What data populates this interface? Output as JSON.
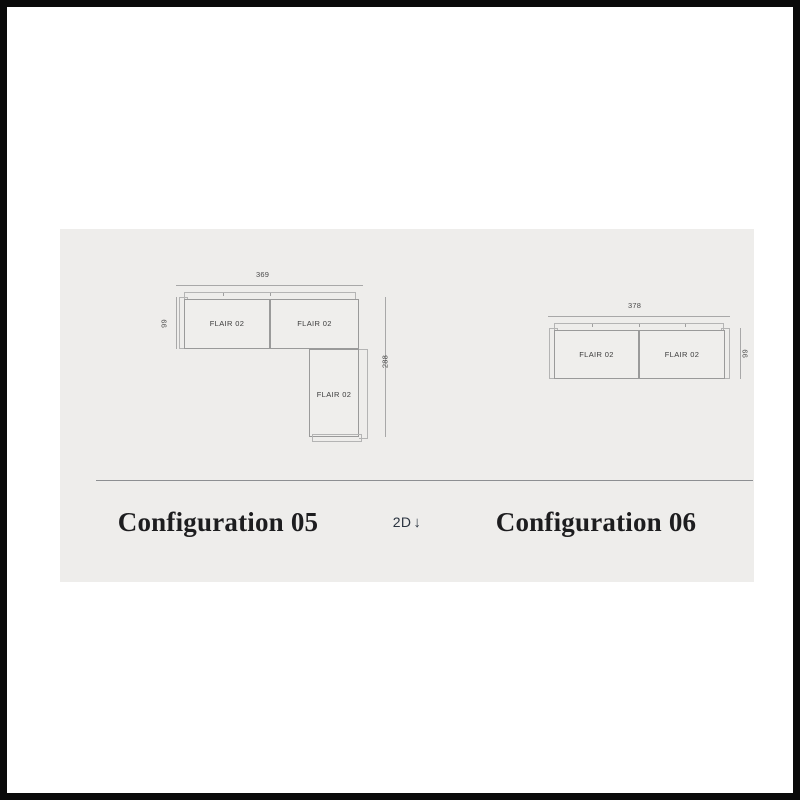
{
  "page": {
    "background": "#ffffff",
    "frame_color": "#0a0a0a",
    "panel_color": "#EEEDEB"
  },
  "view_toggle": {
    "label": "2D",
    "arrow": "↓",
    "full": "2D ↓"
  },
  "configurations": [
    {
      "title": "Configuration 05",
      "shape": "L-shaped sectional",
      "dimensions": {
        "width": "369",
        "depth_front": "99",
        "depth_total": "288"
      },
      "modules": [
        {
          "label": "FLAIR 02",
          "orientation": "horizontal",
          "position": "left"
        },
        {
          "label": "FLAIR 02",
          "orientation": "horizontal",
          "position": "right"
        },
        {
          "label": "FLAIR 02",
          "orientation": "vertical",
          "position": "chaise"
        }
      ]
    },
    {
      "title": "Configuration 06",
      "shape": "straight sofa",
      "dimensions": {
        "width": "378",
        "depth_front": "99"
      },
      "modules": [
        {
          "label": "FLAIR 02",
          "orientation": "horizontal",
          "position": "left"
        },
        {
          "label": "FLAIR 02",
          "orientation": "horizontal",
          "position": "right"
        }
      ]
    }
  ]
}
